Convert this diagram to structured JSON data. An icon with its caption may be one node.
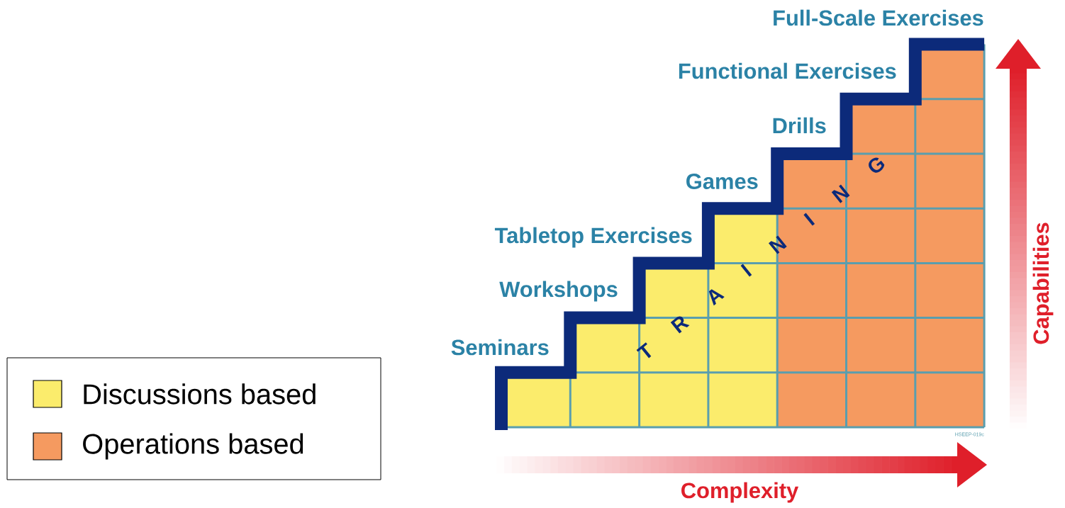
{
  "diagram": {
    "labels": [
      "Full-Scale Exercises",
      "Functional Exercises",
      "Drills",
      "Games",
      "Tabletop Exercises",
      "Workshops",
      "Seminars",
      "T R A I N I N G",
      "Capabilities",
      "HSEEP-019c",
      "Complexity"
    ],
    "legend": [
      {
        "text": "Discussions based",
        "color": "#fbec6c"
      },
      {
        "text": "Operations based",
        "color": "#f59a60"
      }
    ]
  }
}
